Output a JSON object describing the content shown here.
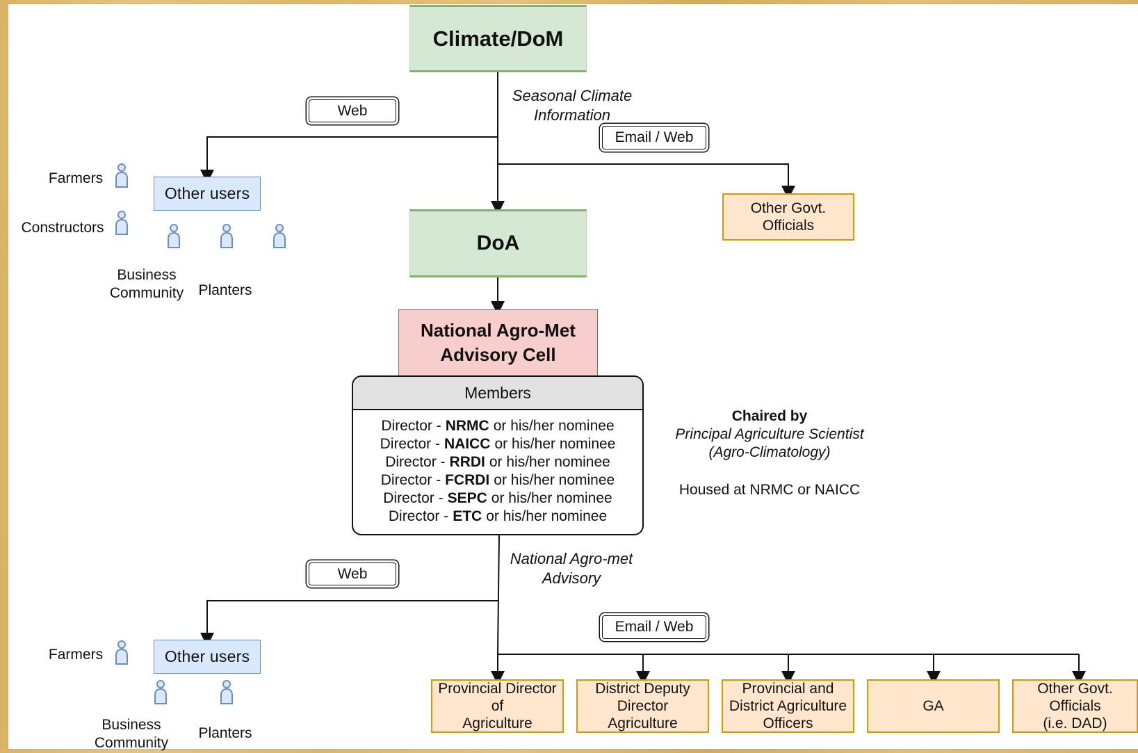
{
  "top": {
    "climate_dom": "Climate/DoM",
    "doa": "DoA",
    "seasonal_label_line1": "Seasonal Climate",
    "seasonal_label_line2": "Information",
    "web": "Web",
    "email_web": "Email / Web",
    "other_users": "Other users",
    "other_govt_line1": "Other Govt.",
    "other_govt_line2": "Officials",
    "farmers": "Farmers",
    "constructors": "Constructors",
    "business_line1": "Business",
    "business_line2": "Community",
    "planters": "Planters"
  },
  "cell": {
    "title_line1": "National Agro-Met",
    "title_line2": "Advisory Cell",
    "members_header": "Members",
    "members": [
      {
        "prefix": "Director -",
        "code": "NRMC",
        "suffix": "or his/her nominee"
      },
      {
        "prefix": "Director -",
        "code": "NAICC",
        "suffix": "or his/her nominee"
      },
      {
        "prefix": "Director -",
        "code": "RRDI",
        "suffix": "or his/her nominee"
      },
      {
        "prefix": "Director -",
        "code": "FCRDI",
        "suffix": "or his/her nominee"
      },
      {
        "prefix": "Director -",
        "code": "SEPC",
        "suffix": "or his/her nominee"
      },
      {
        "prefix": "Director -",
        "code": "ETC",
        "suffix": "or his/her nominee"
      }
    ],
    "chaired_by": "Chaired by",
    "chair_role_line1": "Principal Agriculture Scientist",
    "chair_role_line2": "(Agro-Climatology)",
    "housed_at": "Housed at NRMC or NAICC"
  },
  "bottom": {
    "advisory_line1": "National Agro-met",
    "advisory_line2": "Advisory",
    "web": "Web",
    "email_web": "Email / Web",
    "other_users": "Other users",
    "farmers": "Farmers",
    "business_line1": "Business",
    "business_line2": "Community",
    "planters": "Planters",
    "recipients": [
      {
        "line1": "Provincial Director",
        "line2": "of",
        "line3": "Agriculture"
      },
      {
        "line1": "District Deputy",
        "line2": "Director",
        "line3": "Agriculture"
      },
      {
        "line1": "Provincial and",
        "line2": "District Agriculture",
        "line3": "Officers"
      },
      {
        "line1": "GA"
      },
      {
        "line1": "Other Govt.",
        "line2": "Officials",
        "line3": "(i.e. DAD)"
      }
    ]
  },
  "colors": {
    "green_fill": "#d5e8d4",
    "green_stroke": "#82b366",
    "blue_fill": "#dae8fc",
    "blue_stroke": "#6c8ebf",
    "orange_fill": "#ffe6cc",
    "orange_stroke": "#d79b00",
    "red_fill": "#f8cecc",
    "red_stroke": "#b85450",
    "gray_header": "#e2e2e2"
  },
  "icons": {
    "person": "person-icon"
  }
}
